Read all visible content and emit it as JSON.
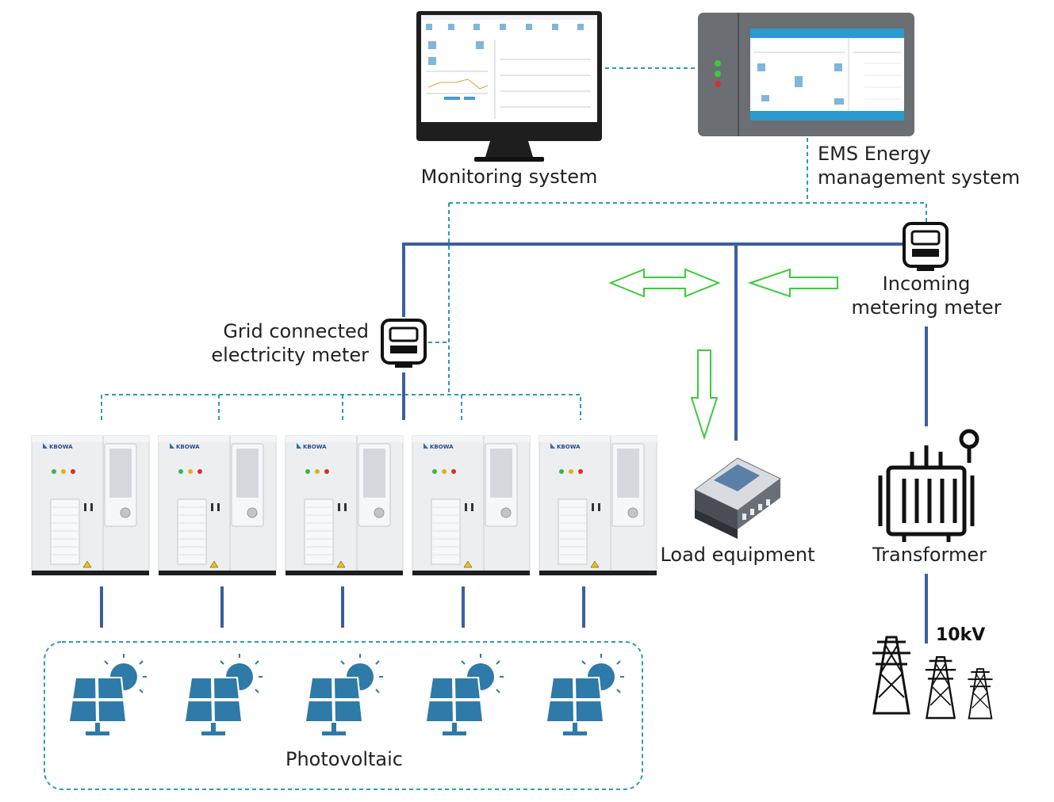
{
  "colors": {
    "power_line": "#3A5F9E",
    "comm_line": "#2A9BB5",
    "flow_arrow": "#3CCB3C",
    "cabinet_body": "#ECEEF0",
    "panel_blue": "#2E7AA8",
    "label_text": "#222222"
  },
  "nodes": {
    "monitoring": {
      "label": "Monitoring system",
      "icon": "desktop-monitor-icon"
    },
    "ems": {
      "label_line1": "EMS Energy",
      "label_line2": "management system",
      "icon": "touch-panel-icon"
    },
    "incoming_meter": {
      "label_line1": "Incoming",
      "label_line2": "metering meter",
      "icon": "electricity-meter-icon"
    },
    "grid_meter": {
      "label_line1": "Grid connected",
      "label_line2": "electricity meter",
      "icon": "electricity-meter-icon"
    },
    "load": {
      "label": "Load equipment",
      "icon": "load-equipment-icon"
    },
    "transformer": {
      "label": "Transformer",
      "icon": "transformer-icon"
    },
    "grid": {
      "voltage": "10kV",
      "icon": "transmission-tower-icon"
    },
    "cabinets": {
      "count": 5,
      "brand": "KBOWA",
      "icon": "storage-cabinet-icon"
    },
    "pv": {
      "label": "Photovoltaic",
      "count": 5,
      "icon": "solar-panel-icon"
    }
  }
}
